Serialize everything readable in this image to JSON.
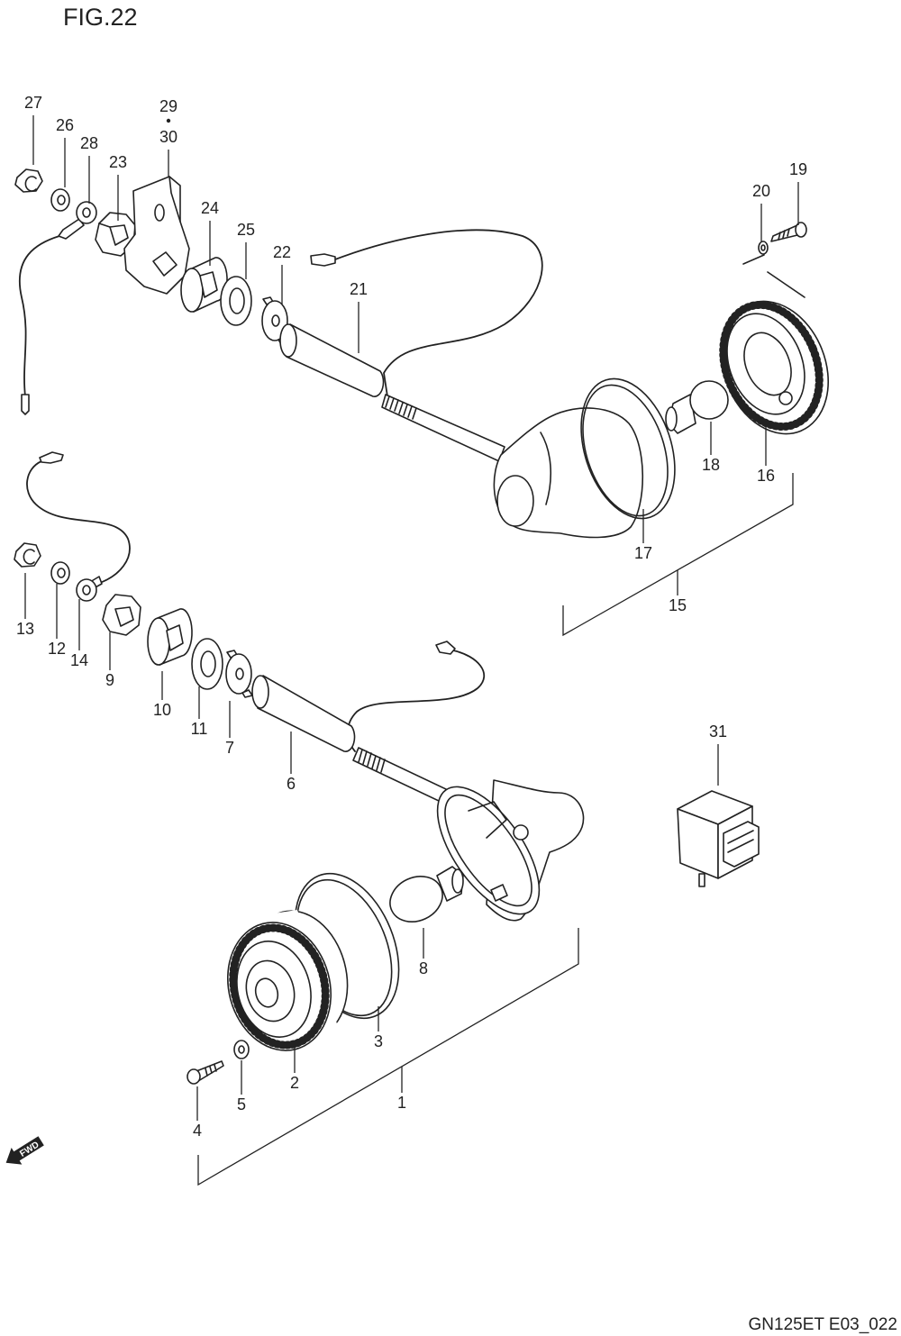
{
  "figure": {
    "title": "FIG.22",
    "code": "GN125ET E03_022"
  },
  "fwd_icon": {
    "icon": "fwd-arrow-icon",
    "label": "FWD"
  },
  "colors": {
    "line": "#222222",
    "paper": "#ffffff"
  },
  "callouts": {
    "n1": "1",
    "n2": "2",
    "n3": "3",
    "n4": "4",
    "n5": "5",
    "n6": "6",
    "n7": "7",
    "n8": "8",
    "n9": "9",
    "n10": "10",
    "n11": "11",
    "n12": "12",
    "n13": "13",
    "n14": "14",
    "n15": "15",
    "n16": "16",
    "n17": "17",
    "n18": "18",
    "n19": "19",
    "n20": "20",
    "n21": "21",
    "n22": "22",
    "n23": "23",
    "n24": "24",
    "n25": "25",
    "n26": "26",
    "n27": "27",
    "n28": "28",
    "n29": "29",
    "n30": "30",
    "n31": "31"
  }
}
